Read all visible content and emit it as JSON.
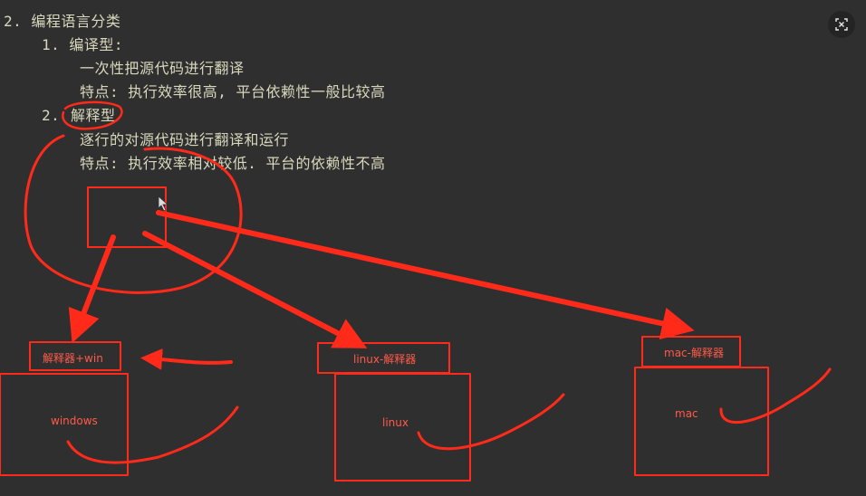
{
  "notes": {
    "heading": "2. 编程语言分类",
    "item1_title": "1. 编译型:",
    "item1_line1": "一次性把源代码进行翻译",
    "item1_line2": "特点: 执行效率很高, 平台依赖性一般比较高",
    "item2_number": "2.",
    "item2_title": "解释型",
    "item2_line1": "逐行的对源代码进行翻译和运行",
    "item2_line2": "特点: 执行效率相对较低. 平台的依赖性不高"
  },
  "annotations": {
    "win_interpreter": "解释器+win",
    "windows": "windows",
    "linux_interpreter": "linux-解释器",
    "linux": "linux",
    "mac_interpreter": "mac-解释器",
    "mac": "mac"
  },
  "controls": {
    "close_icon": "close-icon"
  },
  "colors": {
    "background": "#2f2f2f",
    "text": "#d8d8bc",
    "annotation": "#ff2a1a"
  }
}
